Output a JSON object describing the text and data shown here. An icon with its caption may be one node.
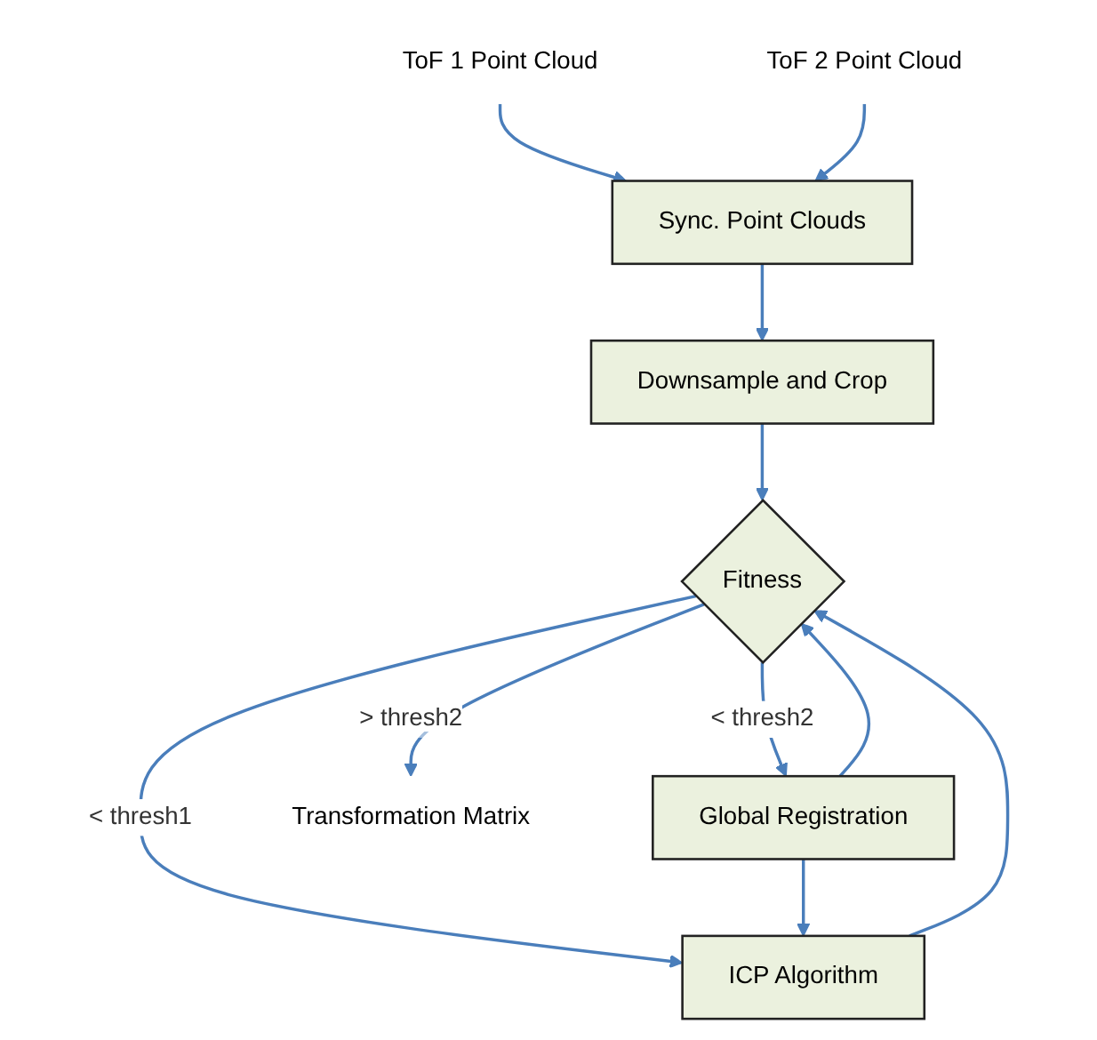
{
  "diagram": {
    "nodes": [
      {
        "text": [
          "ToF 1 Point Cloud"
        ]
      },
      {
        "text": [
          "ToF 2 Point Cloud"
        ]
      },
      {
        "text": [
          "Sync. Point Clouds"
        ]
      },
      {
        "text": [
          "Downsample and Crop"
        ]
      },
      {
        "text": [
          "Fitness"
        ]
      },
      {
        "text": [
          "ICP Algorithm"
        ]
      },
      {
        "text": [
          "Global Registration"
        ]
      },
      {
        "text": [
          "Transformation Matrix"
        ]
      }
    ],
    "edges": [
      {
        "from": 0,
        "to": 2,
        "arrow": "to"
      },
      {
        "from": 1,
        "to": 2,
        "arrow": "to"
      },
      {
        "from": 2,
        "to": 3,
        "arrow": "to"
      },
      {
        "from": 3,
        "to": 4,
        "arrow": "to"
      },
      {
        "from": 4,
        "to": 5,
        "arrow": "to",
        "label": "< thresh1"
      },
      {
        "from": 4,
        "to": 6,
        "arrow": "to",
        "label": "< thresh2"
      },
      {
        "from": 4,
        "to": 7,
        "arrow": "to",
        "label": "> thresh2"
      },
      {
        "from": 6,
        "to": 5,
        "arrow": "to"
      },
      {
        "from": 5,
        "to": 4,
        "arrow": "to"
      },
      {
        "from": 6,
        "to": 4,
        "arrow": "to"
      }
    ]
  }
}
